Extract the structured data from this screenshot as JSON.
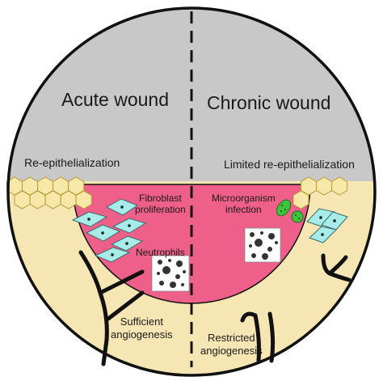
{
  "labels": {
    "acute_wound": "Acute wound",
    "chronic_wound": "Chronic wound",
    "reepithelialization": "Re-epithelialization",
    "limited_reepithelialization": "Limited re-epithelialization",
    "fibroblast_line1": "Fibroblast",
    "fibroblast_line2": "proliferation",
    "neutrophils": "Neutrophils",
    "microorganism_line1": "Microorganism",
    "microorganism_line2": "infection",
    "sufficient_line1": "Sufficient",
    "sufficient_line2": "angiogenesis",
    "restricted_line1": "Restricted",
    "restricted_line2": "angiogenesis"
  },
  "colors": {
    "upper_region": "#c8c8c8",
    "lower_region": "#f6e6b4",
    "wound_bed": "#ee5f89",
    "keratinocyte": "#f8e8a8",
    "fibroblast": "#a8ecea",
    "microorganism": "#3fc33f",
    "outline": "#111111"
  },
  "icons": [
    "fibroblast-cell-icon",
    "neutrophil-cluster-icon",
    "microorganism-icon",
    "blood-vessel-icon",
    "keratinocyte-hexagon-icon"
  ]
}
